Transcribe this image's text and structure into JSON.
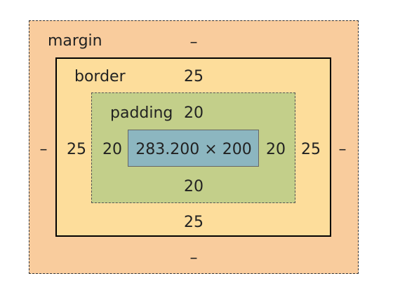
{
  "box_model": {
    "margin": {
      "label": "margin",
      "top": "–",
      "right": "–",
      "bottom": "–",
      "left": "–"
    },
    "border": {
      "label": "border",
      "top": "25",
      "right": "25",
      "bottom": "25",
      "left": "25"
    },
    "padding": {
      "label": "padding",
      "top": "20",
      "right": "20",
      "bottom": "20",
      "left": "20"
    },
    "content": {
      "size": "283.200 × 200"
    }
  },
  "colors": {
    "margin": "#f9cc9d",
    "border": "#fddd9b",
    "padding": "#c3cf8a",
    "content": "#8cb6c0"
  }
}
